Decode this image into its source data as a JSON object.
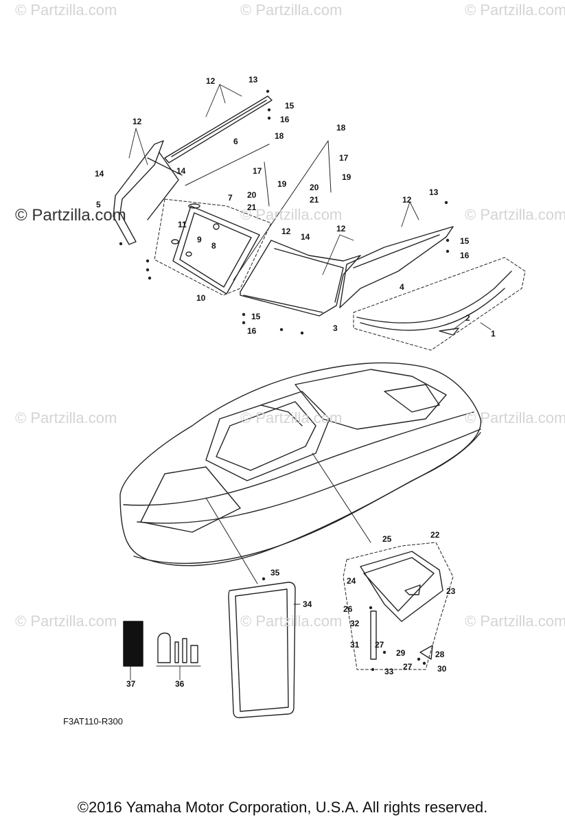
{
  "watermarks": {
    "text": "Partzilla.com",
    "symbol": "©",
    "bold_text": "Partzilla.com"
  },
  "diagram_code": "F3AT110-R300",
  "copyright": "©2016  Yamaha Motor Corporation, U.S.A. All rights reserved.",
  "callouts": [
    "1",
    "2",
    "3",
    "4",
    "5",
    "6",
    "7",
    "8",
    "9",
    "10",
    "11",
    "12",
    "13",
    "14",
    "15",
    "16",
    "17",
    "18",
    "19",
    "20",
    "21",
    "22",
    "23",
    "24",
    "25",
    "26",
    "27",
    "28",
    "29",
    "30",
    "31",
    "32",
    "33",
    "34",
    "35",
    "36",
    "37"
  ],
  "colors": {
    "line": "#222222",
    "watermark": "#d4d4d4"
  }
}
